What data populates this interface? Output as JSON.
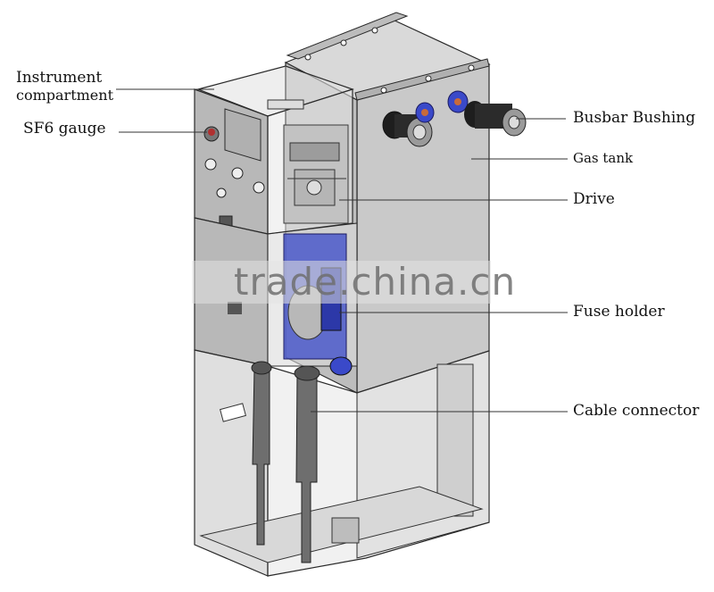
{
  "labels": {
    "instrument_line1": "Instrument",
    "instrument_line2": "compartment",
    "sf6_gauge": "SF6 gauge",
    "busbar_bushing": "Busbar Bushing",
    "gas_tank": "Gas tank",
    "drive": "Drive",
    "fuse_holder": "Fuse holder",
    "cable_connector": "Cable connector"
  },
  "watermark": "trade.china.cn",
  "colors": {
    "panel": "#c8c8c8",
    "outline": "#2a2a2a",
    "accent_blue": "#3a49c9",
    "leader": "#333333"
  }
}
